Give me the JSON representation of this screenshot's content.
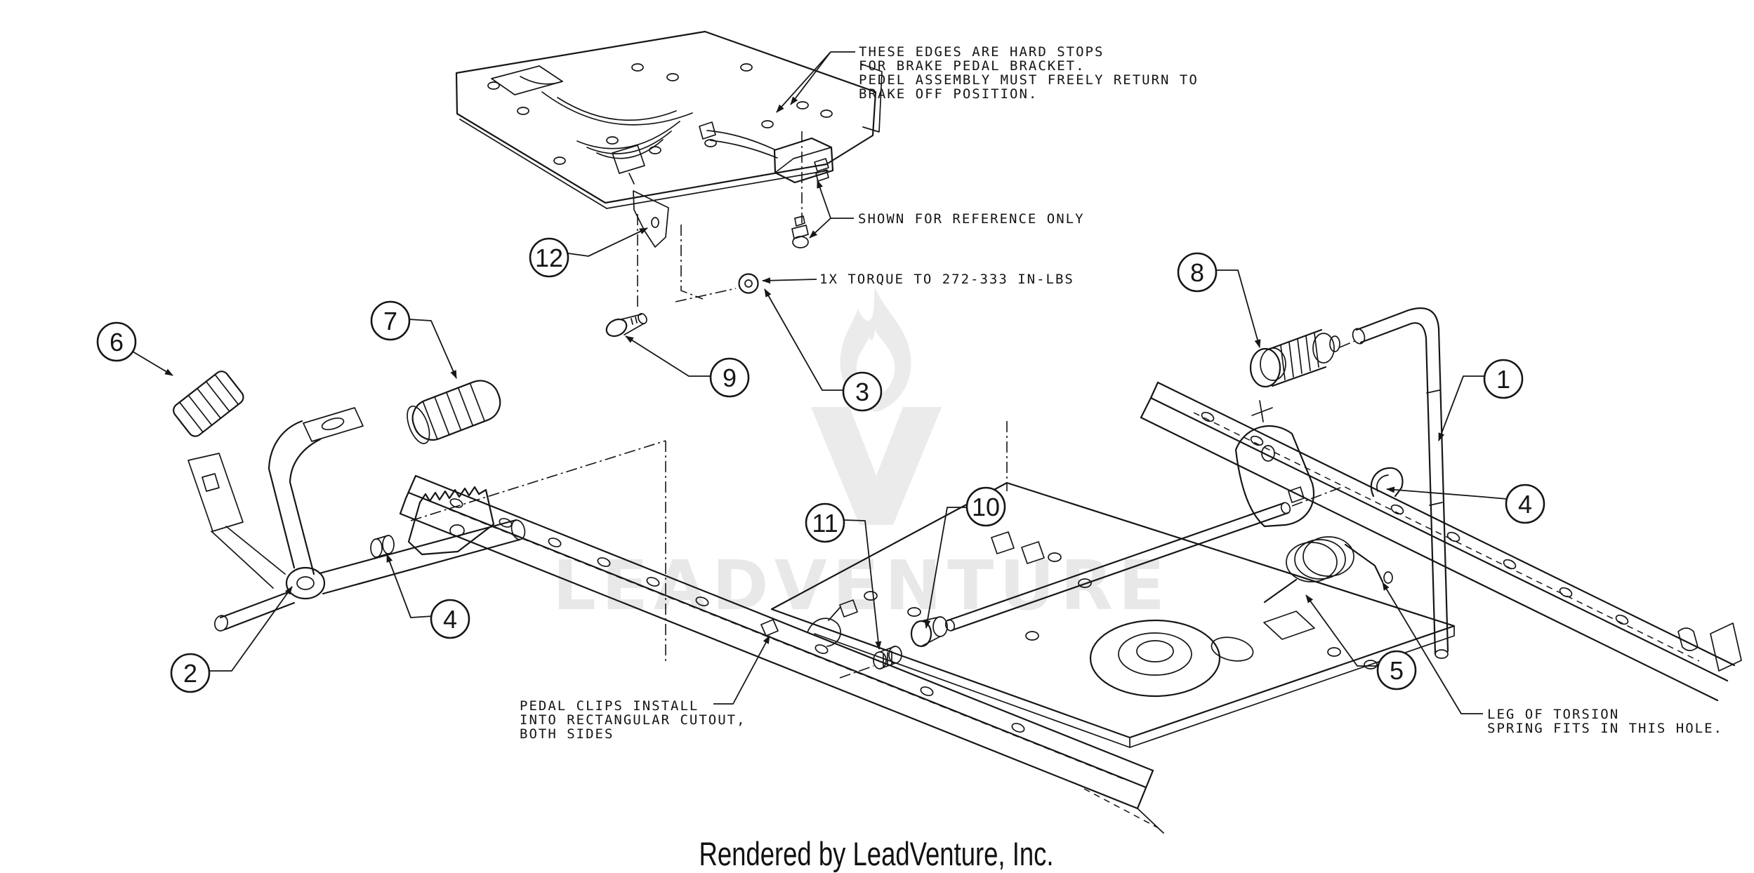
{
  "colors": {
    "ink": "#161616",
    "watermark": "#ebebeb",
    "background": "#ffffff"
  },
  "watermark": {
    "text": "LEADVENTURE"
  },
  "credit": "Rendered by LeadVenture, Inc.",
  "annotations": [
    {
      "id": "hard-stops-note",
      "lines": [
        "THESE EDGES ARE HARD STOPS",
        "FOR BRAKE PEDAL BRACKET.",
        "PEDEL ASSEMBLY MUST FREELY RETURN TO",
        "BRAKE OFF POSITION."
      ]
    },
    {
      "id": "reference-note",
      "lines": [
        "SHOWN FOR REFERENCE ONLY"
      ]
    },
    {
      "id": "torque-note",
      "lines": [
        "1X TORQUE TO 272-333 IN-LBS"
      ]
    },
    {
      "id": "pedal-clips-note",
      "lines": [
        "PEDAL CLIPS INSTALL",
        "INTO RECTANGULAR CUTOUT,",
        "BOTH SIDES"
      ]
    },
    {
      "id": "torsion-spring-note",
      "lines": [
        "LEG OF TORSION",
        "SPRING FITS IN THIS HOLE."
      ]
    }
  ],
  "callouts": [
    {
      "id": "callout-12",
      "label": "12"
    },
    {
      "id": "callout-9",
      "label": "9"
    },
    {
      "id": "callout-3",
      "label": "3"
    },
    {
      "id": "callout-8",
      "label": "8"
    },
    {
      "id": "callout-1",
      "label": "1"
    },
    {
      "id": "callout-4-right",
      "label": "4"
    },
    {
      "id": "callout-6",
      "label": "6"
    },
    {
      "id": "callout-7",
      "label": "7"
    },
    {
      "id": "callout-4-left",
      "label": "4"
    },
    {
      "id": "callout-2",
      "label": "2"
    },
    {
      "id": "callout-11",
      "label": "11"
    },
    {
      "id": "callout-10",
      "label": "10"
    },
    {
      "id": "callout-5",
      "label": "5"
    }
  ]
}
